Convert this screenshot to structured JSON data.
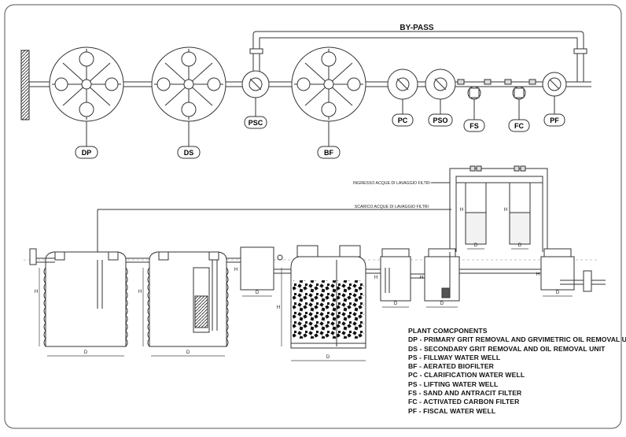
{
  "bypass_label": "BY-PASS",
  "top_units": [
    {
      "code": "DP"
    },
    {
      "code": "DS"
    },
    {
      "code": "PSC"
    },
    {
      "code": "BF"
    },
    {
      "code": "PC"
    },
    {
      "code": "PSO"
    },
    {
      "code": "FS"
    },
    {
      "code": "FC"
    },
    {
      "code": "PF"
    }
  ],
  "inlet_note": "INGRESSO ACQUE DI LAVAGGIO FILTRI",
  "outlet_note": "SCARICO ACQUE DI LAVAGGIO FILTRI",
  "dim_labels": {
    "h": "H",
    "d": "D"
  },
  "legend": {
    "title": "PLANT COMCPONENTS",
    "items": [
      "DP - PRIMARY GRIT REMOVAL AND GRVIMETRIC OIL REMOVAL UNIT",
      "DS - SECONDARY GRIT REMOVAL AND OIL REMOVAL UNIT",
      "PS - FILLWAY WATER WELL",
      "BF - AERATED BIOFILTER",
      "PC - CLARIFICATION WATER WELL",
      "PS - LIFTING WATER WELL",
      "FS - SAND AND ANTRACIT FILTER",
      "FC - ACTIVATED CARBON FILTER",
      "PF - FISCAL WATER WELL"
    ]
  }
}
